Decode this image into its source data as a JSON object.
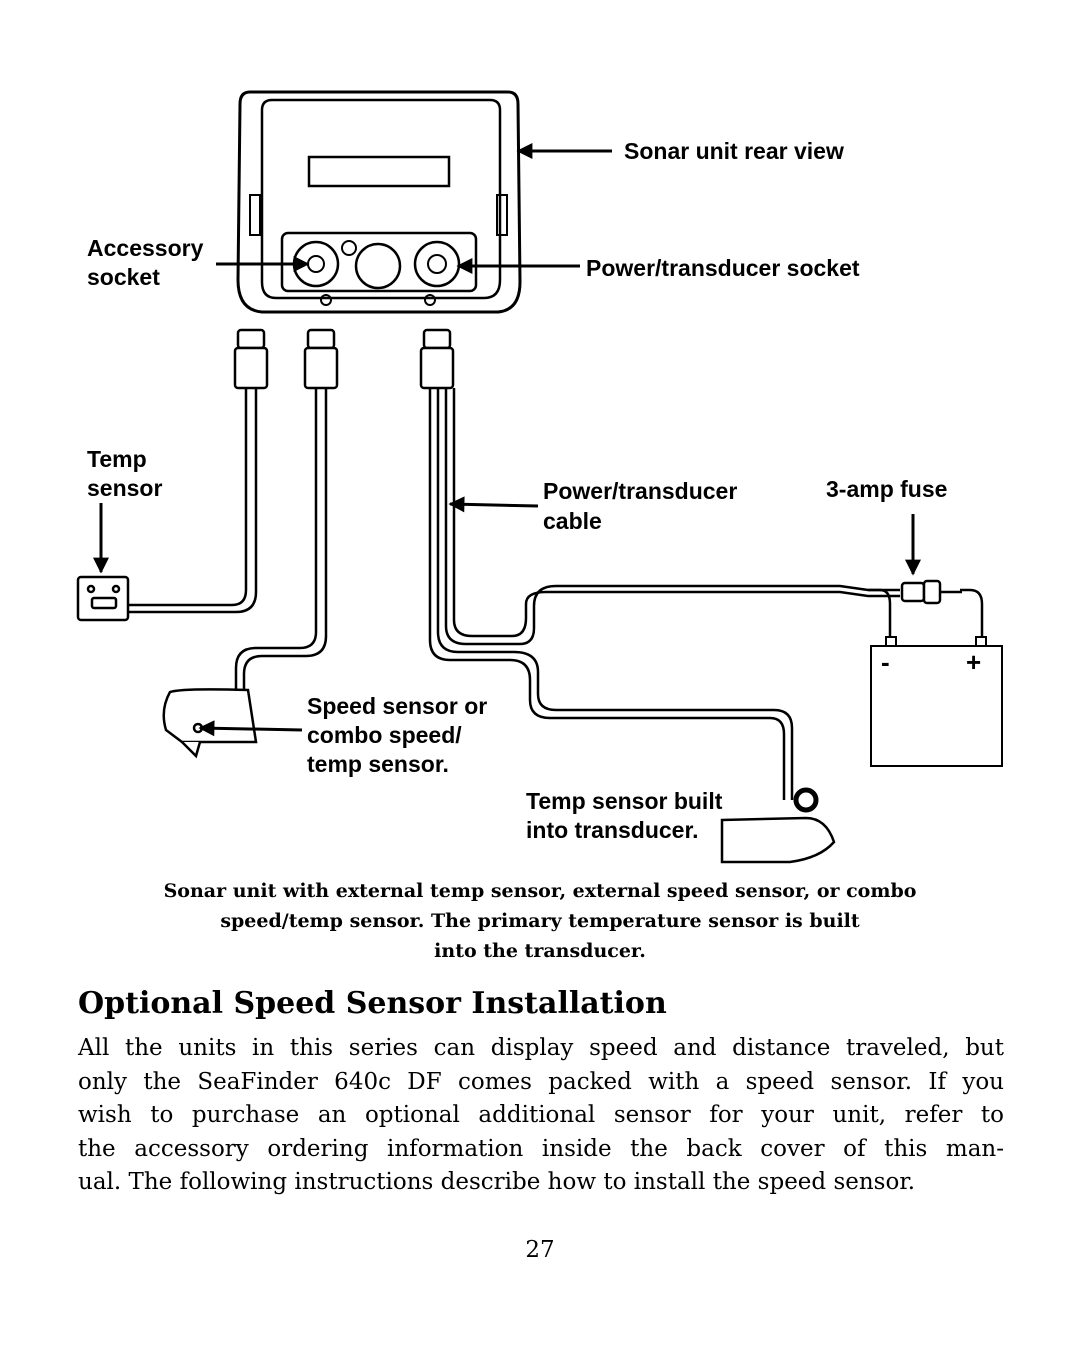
{
  "diagram": {
    "labels": {
      "rear_view": "Sonar unit rear view",
      "accessory_socket_1": "Accessory",
      "accessory_socket_2": "socket",
      "power_socket": "Power/transducer socket",
      "temp_sensor_1": "Temp",
      "temp_sensor_2": "sensor",
      "power_cable_1": "Power/transducer",
      "power_cable_2": "cable",
      "fuse": "3-amp fuse",
      "speed_sensor_1": "Speed sensor or",
      "speed_sensor_2": "combo speed/",
      "speed_sensor_3": "temp sensor.",
      "builtin_temp_1": "Temp sensor built",
      "builtin_temp_2": "into transducer.",
      "battery_neg": "-",
      "battery_pos": "+"
    }
  },
  "caption": {
    "line1": "Sonar unit with external temp sensor, external speed sensor, or combo",
    "line2": "speed/temp sensor. The primary temperature sensor is built",
    "line3": "into the transducer."
  },
  "section": {
    "heading": "Optional Speed Sensor Installation",
    "lines": [
      "All the units in this series can display speed and distance traveled, but",
      "only the SeaFinder 640c DF comes packed with a speed sensor. If you",
      "wish to purchase an optional additional sensor for your unit, refer to",
      "the accessory ordering information inside the back cover of this man-",
      "ual. The following instructions describe how to install the speed sensor."
    ]
  },
  "page_number": "27"
}
